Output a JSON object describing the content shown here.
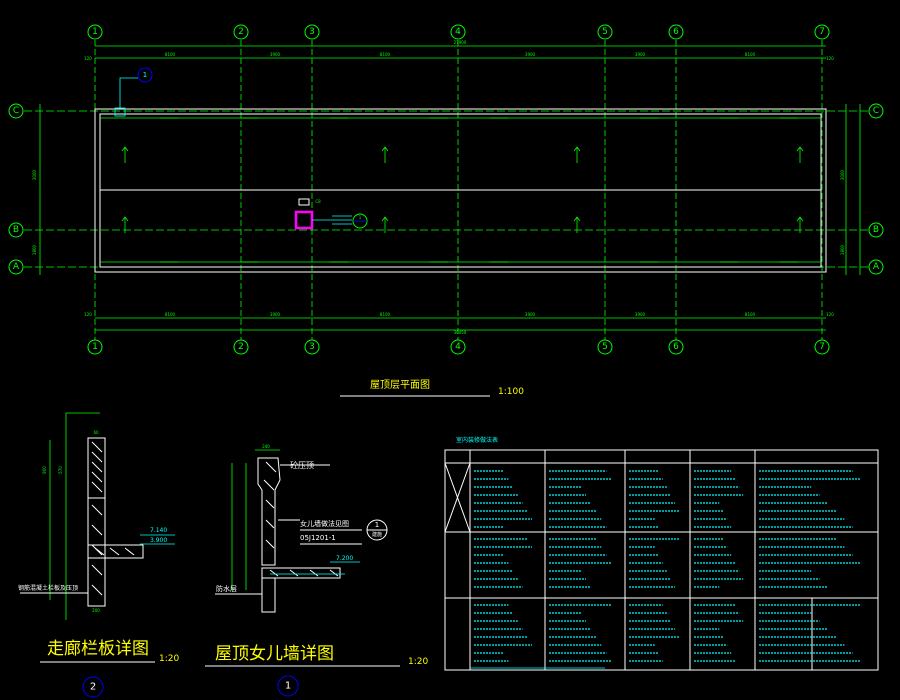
{
  "plan": {
    "title": "屋顶层平面图",
    "scale": "1:100",
    "grid_columns": [
      "1",
      "2",
      "3",
      "4",
      "5",
      "6",
      "7"
    ],
    "grid_rows": [
      "C",
      "B",
      "A"
    ],
    "top_spans": [
      "8100",
      "3900",
      "8100",
      "3900",
      "3900",
      "8100"
    ],
    "top_overall": "27900",
    "bottom_spans": [
      "8100",
      "3900",
      "8100",
      "3900",
      "3900",
      "8100"
    ],
    "bottom_overall": "30450",
    "end_dim": "120",
    "left_dims": [
      "3000",
      "1800"
    ],
    "callout_number": "1",
    "detail_ref": "1",
    "hatch_label": "C8"
  },
  "detail_corridor": {
    "title": "走廊栏板详图",
    "scale": "1:20",
    "number": "2",
    "elev_1": "7.140",
    "elev_2": "3.900",
    "dim_top": "60",
    "dim_mid": "570",
    "dim_side": "900",
    "dim_bottom": "200",
    "note": "钢筋混凝土栏板及压顶"
  },
  "detail_parapet": {
    "title": "屋顶女儿墙详图",
    "scale": "1:20",
    "number": "1",
    "label_top": "砼压顶",
    "label_mid": "女儿墙做法见图",
    "label_ref": "05J1201-1",
    "label_bottom": "防水层",
    "elev": "7.200",
    "dim_top": "240",
    "detail_ref_number": "1",
    "detail_ref_sheet": "建施"
  },
  "schedule": {
    "title": "室内装修做法表"
  }
}
